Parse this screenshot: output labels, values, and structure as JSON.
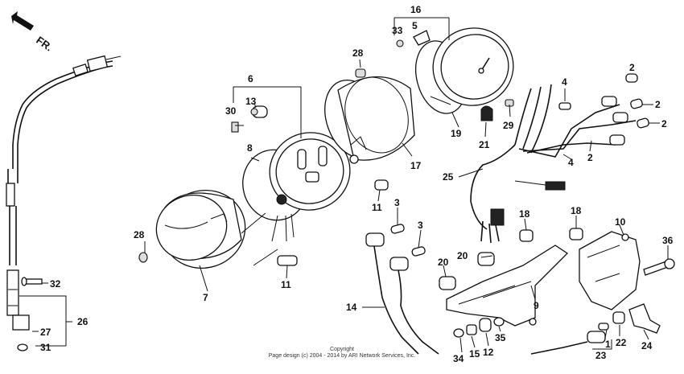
{
  "direction_label": "FR.",
  "copyright": {
    "line1": "Copyright",
    "line2": "Page design (c) 2004 - 2014 by ARI Network Services, Inc."
  },
  "callouts": [
    {
      "id": "c16",
      "text": "16"
    },
    {
      "id": "c33",
      "text": "33"
    },
    {
      "id": "c5",
      "text": "5"
    },
    {
      "id": "c28a",
      "text": "28"
    },
    {
      "id": "c6",
      "text": "6"
    },
    {
      "id": "c13",
      "text": "13"
    },
    {
      "id": "c30",
      "text": "30"
    },
    {
      "id": "c8",
      "text": "8"
    },
    {
      "id": "c17",
      "text": "17"
    },
    {
      "id": "c19",
      "text": "19"
    },
    {
      "id": "c21",
      "text": "21"
    },
    {
      "id": "c29",
      "text": "29"
    },
    {
      "id": "c4a",
      "text": "4"
    },
    {
      "id": "c2a",
      "text": "2"
    },
    {
      "id": "c2b",
      "text": "2"
    },
    {
      "id": "c2c",
      "text": "2"
    },
    {
      "id": "c2d",
      "text": "2"
    },
    {
      "id": "c4b",
      "text": "4"
    },
    {
      "id": "c25",
      "text": "25"
    },
    {
      "id": "c11a",
      "text": "11"
    },
    {
      "id": "c3a",
      "text": "3"
    },
    {
      "id": "c3b",
      "text": "3"
    },
    {
      "id": "c18a",
      "text": "18"
    },
    {
      "id": "c18b",
      "text": "18"
    },
    {
      "id": "c10",
      "text": "10"
    },
    {
      "id": "c36",
      "text": "36"
    },
    {
      "id": "c28b",
      "text": "28"
    },
    {
      "id": "c20a",
      "text": "20"
    },
    {
      "id": "c20b",
      "text": "20"
    },
    {
      "id": "c11b",
      "text": "11"
    },
    {
      "id": "c7",
      "text": "7"
    },
    {
      "id": "c14",
      "text": "14"
    },
    {
      "id": "c9",
      "text": "9"
    },
    {
      "id": "c32",
      "text": "32"
    },
    {
      "id": "c26",
      "text": "26"
    },
    {
      "id": "c27",
      "text": "27"
    },
    {
      "id": "c31",
      "text": "31"
    },
    {
      "id": "c34",
      "text": "34"
    },
    {
      "id": "c15",
      "text": "15"
    },
    {
      "id": "c12",
      "text": "12"
    },
    {
      "id": "c35",
      "text": "35"
    },
    {
      "id": "c1",
      "text": "1"
    },
    {
      "id": "c22",
      "text": "22"
    },
    {
      "id": "c23",
      "text": "23"
    },
    {
      "id": "c24",
      "text": "24"
    }
  ]
}
